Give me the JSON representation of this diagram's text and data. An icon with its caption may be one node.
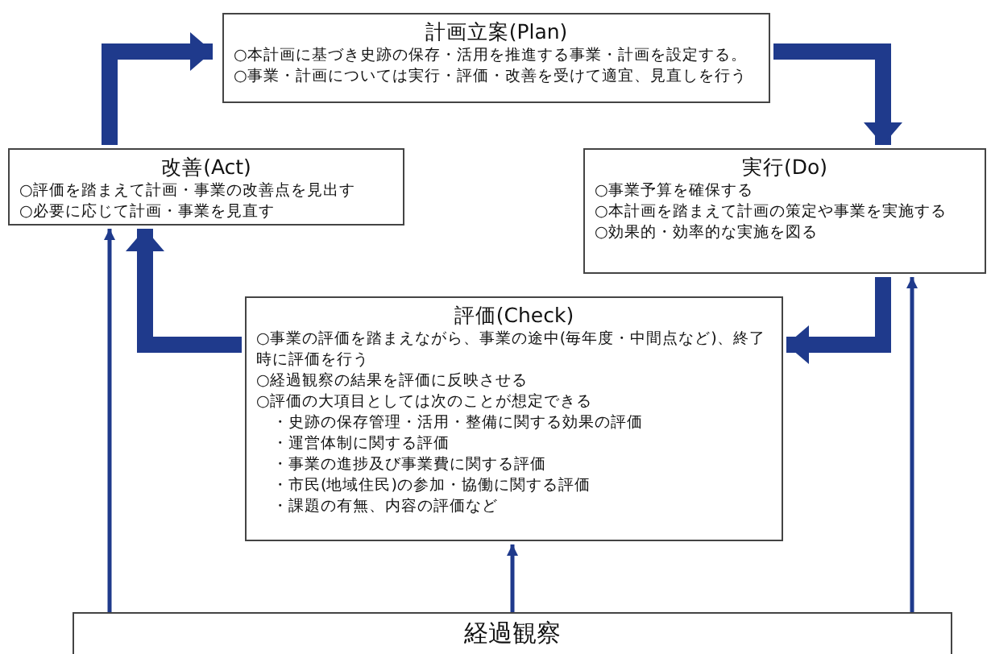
{
  "diagram": {
    "nodes": [
      {
        "text": [
          "計画立案(Plan)",
          "○本計画に基づき史跡の保存・活用を推進する事業・計画を設定する。",
          "○事業・計画については実行・評価・改善を受けて適宜、見直しを行う"
        ]
      },
      {
        "text": [
          "改善(Act)",
          "○評価を踏まえて計画・事業の改善点を見出す",
          "○必要に応じて計画・事業を見直す"
        ]
      },
      {
        "text": [
          "実行(Do)",
          "○事業予算を確保する",
          "○本計画を踏まえて計画の策定や事業を実施する",
          "○効果的・効率的な実施を図る"
        ]
      },
      {
        "text": [
          "評価(Check)",
          "○事業の評価を踏まえながら、事業の途中(毎年度・中間点など)、終了時に評価を行う",
          "○経過観察の結果を評価に反映させる",
          "○評価の大項目としては次のことが想定できる",
          "・史跡の保存管理・活用・整備に関する効果の評価",
          "・運営体制に関する評価",
          "・事業の進捗及び事業費に関する評価",
          "・市民(地域住民)の参加・協働に関する評価",
          "・課題の有無、内容の評価など"
        ]
      },
      {
        "text": [
          "経過観察"
        ]
      }
    ],
    "edges": [
      {
        "from": 1,
        "to": 0,
        "arrow": "to"
      },
      {
        "from": 0,
        "to": 2,
        "arrow": "to"
      },
      {
        "from": 2,
        "to": 3,
        "arrow": "to"
      },
      {
        "from": 3,
        "to": 1,
        "arrow": "to"
      },
      {
        "from": 4,
        "to": 1,
        "arrow": "to"
      },
      {
        "from": 4,
        "to": 3,
        "arrow": "to"
      },
      {
        "from": 4,
        "to": 2,
        "arrow": "to"
      }
    ]
  }
}
